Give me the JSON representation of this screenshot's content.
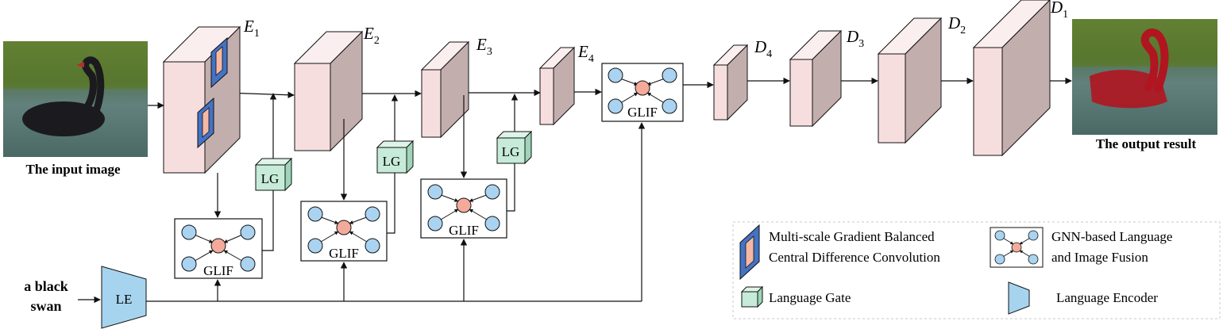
{
  "captions": {
    "input_image": "The input image",
    "output_result": "The output result",
    "text_query_line1": "a black",
    "text_query_line2": "swan"
  },
  "encoders": [
    {
      "base": "E",
      "sub": "1"
    },
    {
      "base": "E",
      "sub": "2"
    },
    {
      "base": "E",
      "sub": "3"
    },
    {
      "base": "E",
      "sub": "4"
    }
  ],
  "decoders": [
    {
      "base": "D",
      "sub": "4"
    },
    {
      "base": "D",
      "sub": "3"
    },
    {
      "base": "D",
      "sub": "2"
    },
    {
      "base": "D",
      "sub": "1"
    }
  ],
  "modules": {
    "glif": "GLIF",
    "lg": "LG",
    "le": "LE"
  },
  "legend": {
    "msgbcdc_line1": "Multi-scale Gradient Balanced",
    "msgbcdc_line2": "Central Difference Convolution",
    "gnn_line1": "GNN-based Language",
    "gnn_line2": "and Image Fusion",
    "lg": "Language Gate",
    "le": "Language Encoder"
  },
  "colors": {
    "block_front": "#f7dede",
    "block_side": "#c3aeae",
    "block_top": "#fbeeee",
    "conv_blue": "#4472c4",
    "conv_pink": "#f4b8a4",
    "node_blue": "#a9d3f0",
    "node_pink": "#f4aa9a",
    "lg_green": "#c6ebd8",
    "le_blue": "#a6d4ef"
  }
}
